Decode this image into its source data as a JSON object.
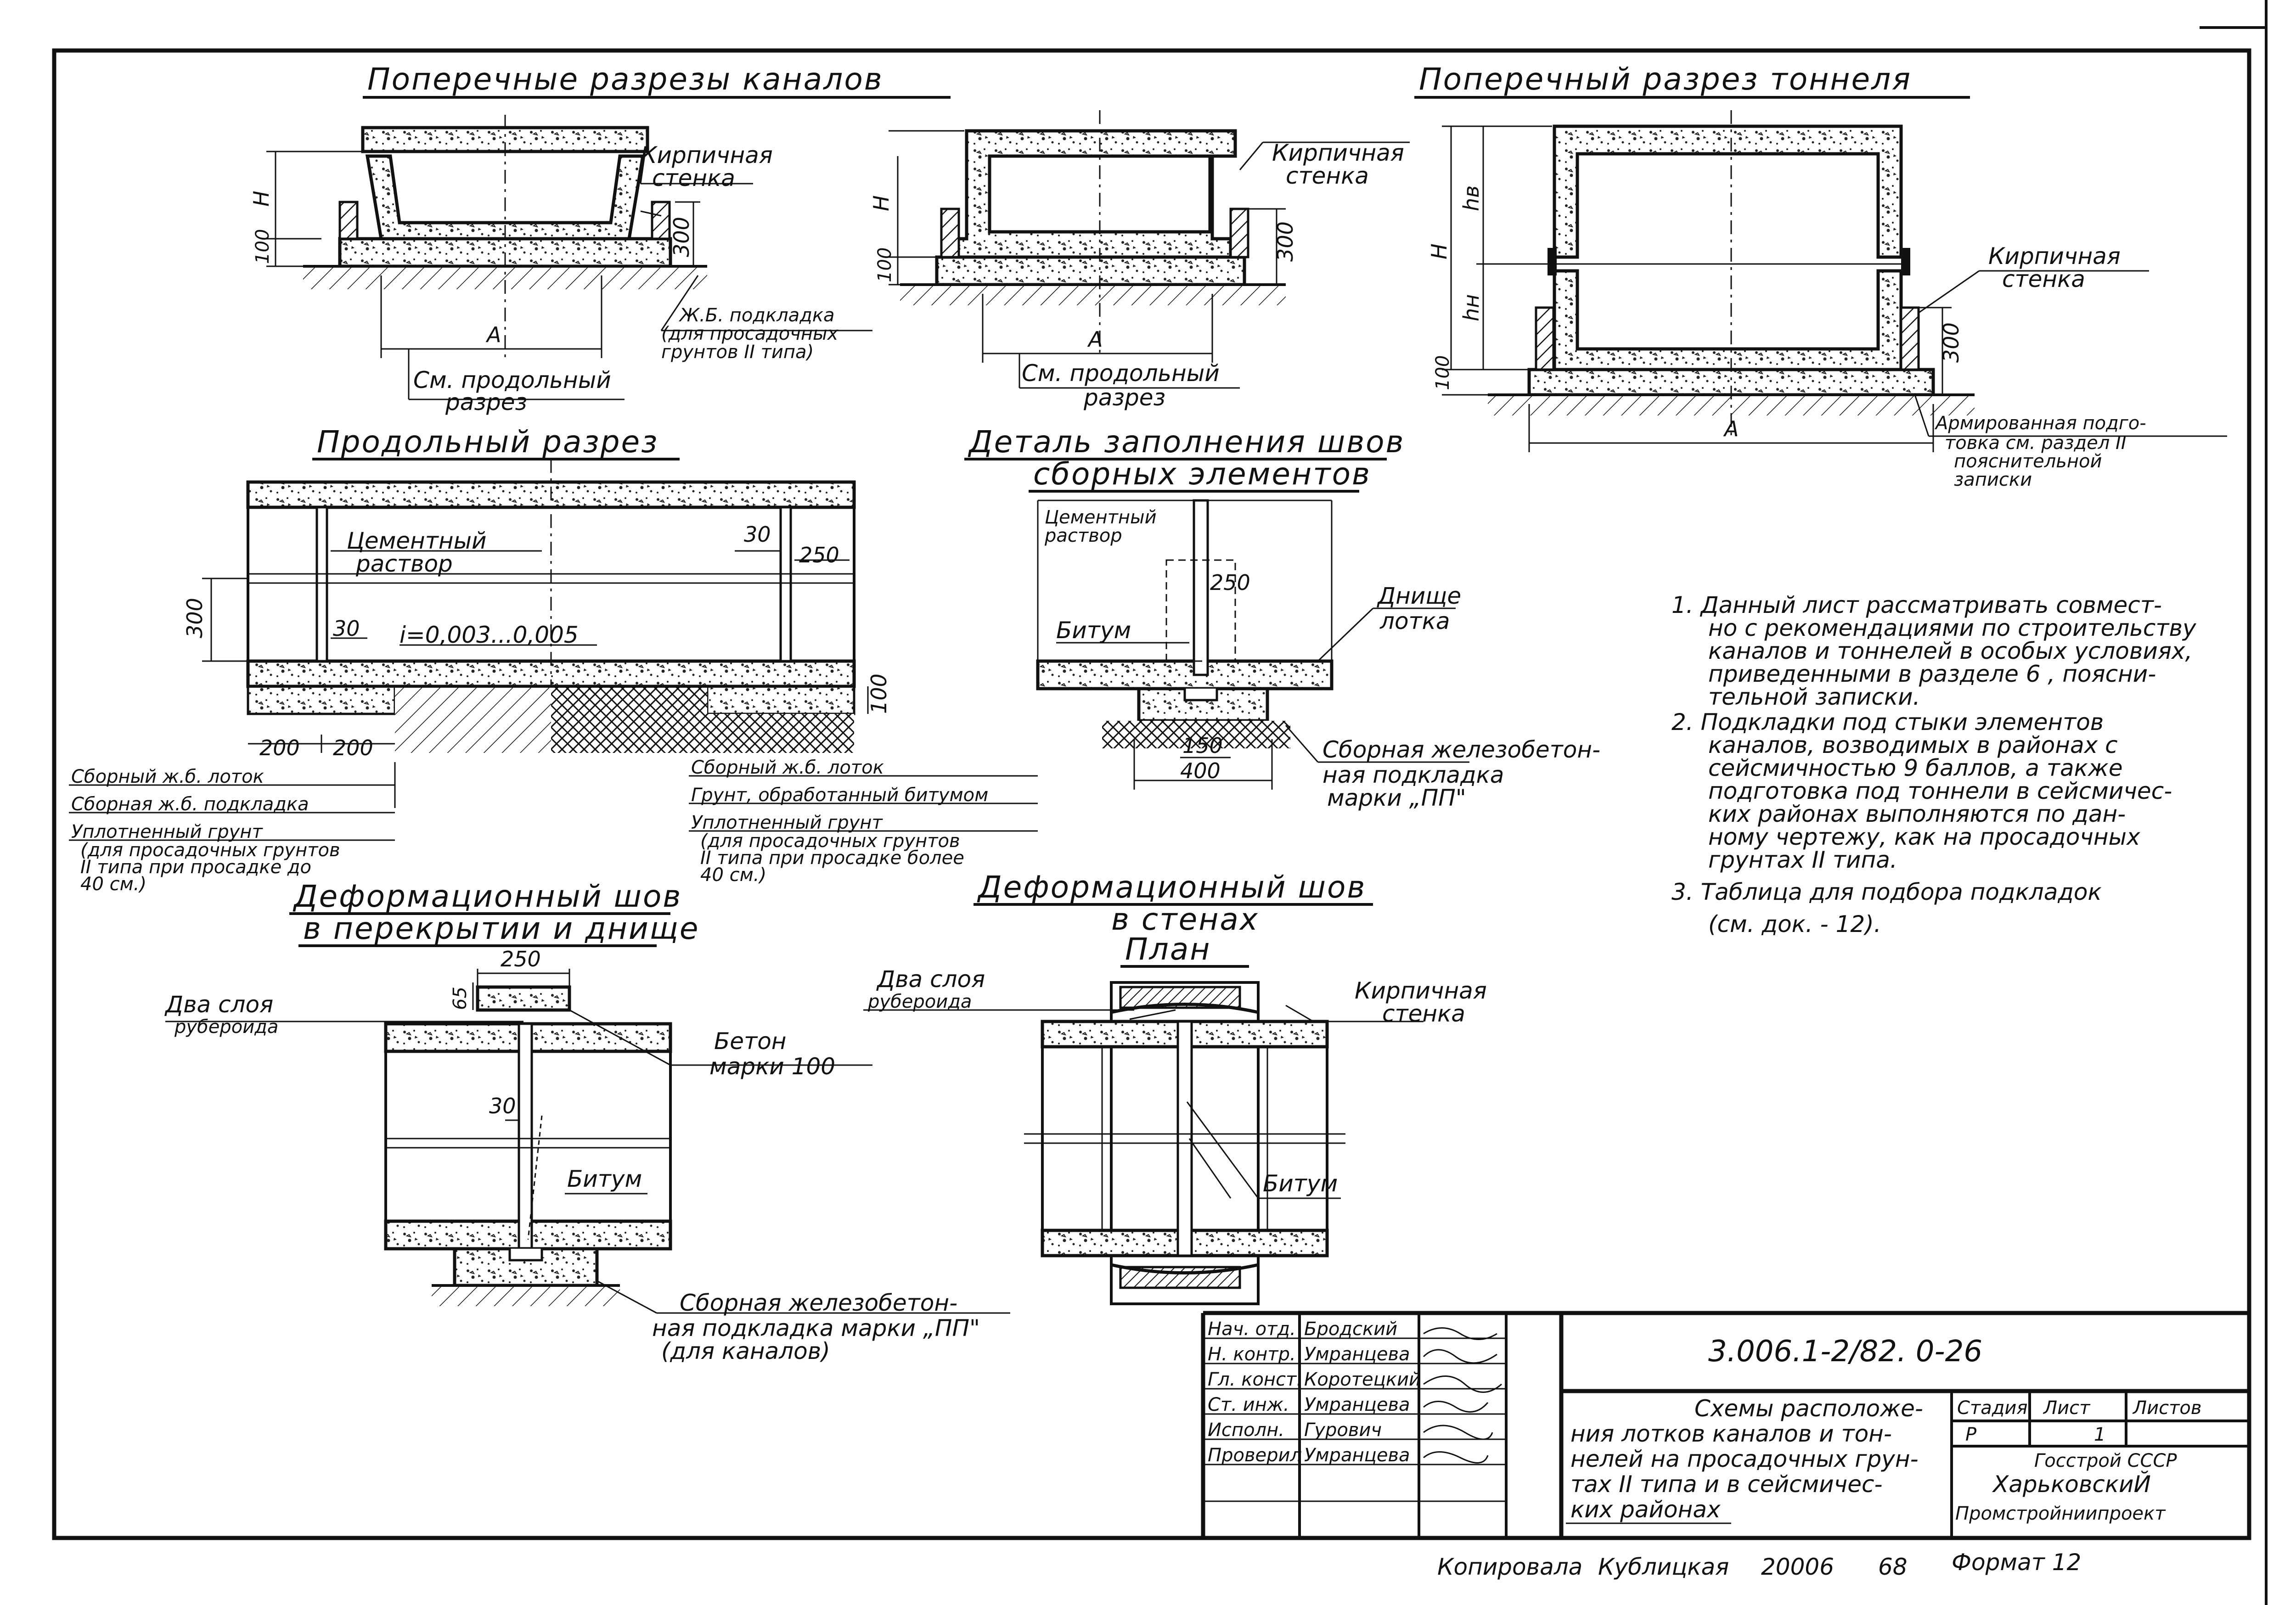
{
  "sheet_number": "3.006.1-2/82. 0-26",
  "corner_mark": "",
  "titles": {
    "canal_sections": "Поперечные разрезы каналов",
    "tunnel_section": "Поперечный разрез тоннеля",
    "longitudinal": "Продольный разрез",
    "joint_detail_1": "Деталь заполнения швов",
    "joint_detail_2": "сборных элементов",
    "deform_slab_1": "Деформационный шов",
    "deform_slab_2": "в перекрытии и днище",
    "deform_wall_1": "Деформационный шов",
    "deform_wall_2": "в стенах",
    "deform_wall_3": "План"
  },
  "labels": {
    "brick_wall_1a": "Кирпичная",
    "brick_wall_1b": "стенка",
    "brick_wall_2a": "Кирпичная",
    "brick_wall_2b": "стенка",
    "brick_wall_3a": "Кирпичная",
    "brick_wall_3b": "стенка",
    "brick_wall_4a": "Кирпичная",
    "brick_wall_4b": "стенка",
    "rc_pad_1": "Ж.Б. подкладка",
    "rc_pad_2": "(для просадочных",
    "rc_pad_3": "грунтов II типа)",
    "see_long_1a": "См. продольный",
    "see_long_1b": "разрез",
    "see_long_2a": "См. продольный",
    "see_long_2b": "разрез",
    "reinf_1": "Армированная подго-",
    "reinf_2": "товка см. раздел II",
    "reinf_3": "пояснительной",
    "reinf_4": "записки",
    "cement_1a": "Цементный",
    "cement_1b": "раствор",
    "cement_2a": "Цементный",
    "cement_2b": "раствор",
    "slope": "i=0,003...0,005",
    "bitum_1": "Битум",
    "bitum_2": "Битум",
    "bitum_3": "Битум",
    "tray_bottom_1": "Днище",
    "tray_bottom_2": "лотка",
    "precast_pad_1": "Сборная железобетон-",
    "precast_pad_2": "ная подкладка",
    "precast_pad_3": "марки „ПП\"",
    "left_leg_1": "Сборный ж.б. лоток",
    "left_leg_2": "Сборная ж.б. подкладка",
    "left_leg_3": "Уплотненный грунт",
    "left_leg_4": "(для просадочных грунтов",
    "left_leg_5": "II типа при просадке до",
    "left_leg_6": "40 см.)",
    "right_leg_1": "Сборный ж.б. лоток",
    "right_leg_2": "Грунт, обработанный битумом",
    "right_leg_3": "Уплотненный грунт",
    "right_leg_4": "(для просадочных грунтов",
    "right_leg_5": "II типа при просадке более",
    "right_leg_6": "40 см.)",
    "two_layers_1a": "Два слоя",
    "two_layers_1b": "рубероида",
    "two_layers_2a": "Два слоя",
    "two_layers_2b": "рубероида",
    "concrete_1": "Бетон",
    "concrete_2": "марки 100",
    "precast_pad_b1": "Сборная железобетон-",
    "precast_pad_b2": "ная подкладка марки „ПП\"",
    "precast_pad_b3": "(для каналов)"
  },
  "dims": {
    "H": "H",
    "A": "A",
    "d100": "100",
    "d300": "300",
    "d30": "30",
    "d250": "250",
    "d200": "200",
    "d150": "150",
    "d400": "400",
    "d65": "65",
    "hv": "hв",
    "hn": "hн"
  },
  "notes": [
    "1. Данный лист рассматривать совмест-",
    "но с рекомендациями по строительству",
    "каналов и тоннелей в особых условиях,",
    "приведенными в разделе  6 , поясни-",
    "тельной записки.",
    "2. Подкладки под стыки элементов",
    "каналов, возводимых в районах с",
    "сейсмичностью  9 баллов, а также",
    "подготовка под тоннели в сейсмичес-",
    "ких районах выполняются по дан-",
    "ному чертежу, как на просадочных",
    "грунтах  II типа.",
    "3. Таблица для подбора подкладок",
    "(см. док. - 12)."
  ],
  "title_block": {
    "roles": [
      "Нач. отд.",
      "Н. контр.",
      "Гл. конст.",
      "Ст. инж.",
      "Исполн.",
      "Проверил"
    ],
    "names": [
      "Бродский",
      "Умранцева",
      "Коротецкий",
      "Умранцева",
      "Гурович",
      "Умранцева"
    ],
    "description": [
      "Схемы расположе-",
      "ния лотков каналов и тон-",
      "нелей на просадочных грун-",
      "тах II типа и в сейсмичес-",
      "ких районах"
    ],
    "stage_header": "Стадия",
    "sheet_header": "Лист",
    "sheets_header": "Листов",
    "stage_value": "Р",
    "sheet_value": "1",
    "sheets_value": "",
    "org_1": "Госстрой СССР",
    "org_2": "ХарьковскиЙ",
    "org_3": "Промстройниипроект"
  },
  "footer": {
    "copied": "Копировала",
    "copier": "Кублицкая",
    "order": "20006",
    "page": "68",
    "format": "Формат 12"
  }
}
